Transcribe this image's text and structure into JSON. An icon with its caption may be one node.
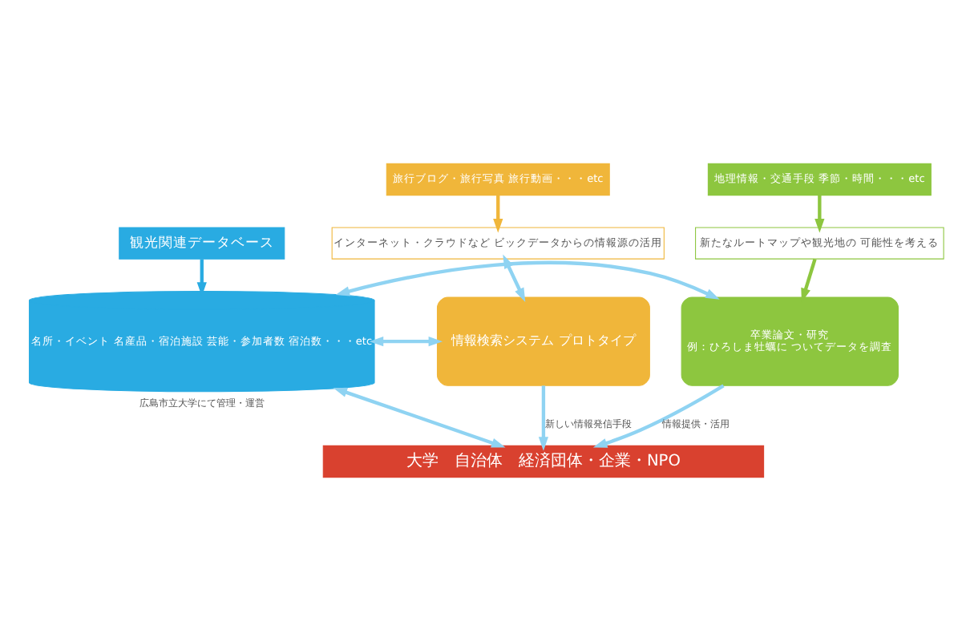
{
  "diagram": {
    "nodes": [
      {
        "text": [
          "観光関連データベース"
        ]
      },
      {
        "text": [
          "旅行ブログ・旅行写真 旅行動画・・・etc"
        ]
      },
      {
        "text": [
          "インターネット・クラウドなど ビックデータからの情報源の活用"
        ]
      },
      {
        "text": [
          "情報検索システム プロトタイプ"
        ]
      },
      {
        "text": [
          "名所・イベント 名産品・宿泊施設 芸能・参加者数 宿泊数・・・etc"
        ],
        "beside": [
          "広島市立大学にて管理・運営"
        ]
      },
      {
        "text": [
          "地理情報・交通手段 季節・時間・・・etc"
        ]
      },
      {
        "text": [
          "新たなルートマップや観光地の 可能性を考える"
        ]
      },
      {
        "text": [
          "卒業論文・研究",
          "例：ひろしま牡蠣に ついてデータを調査"
        ]
      },
      {
        "text": [
          "大学　自治体　経済団体・企業・NPO"
        ]
      }
    ],
    "edges": [
      {
        "from": 0,
        "to": 4,
        "arrow": "to",
        "color": "#29abe2"
      },
      {
        "from": 1,
        "to": 2,
        "arrow": "to",
        "color": "#f0b63a"
      },
      {
        "from": 2,
        "to": 3,
        "arrow": "both"
      },
      {
        "from": 3,
        "to": 4,
        "arrow": "both"
      },
      {
        "from": 4,
        "to": 7,
        "arrow": "both"
      },
      {
        "from": 5,
        "to": 6,
        "arrow": "to",
        "color": "#8dc63f"
      },
      {
        "from": 6,
        "to": 7,
        "arrow": "to",
        "color": "#8dc63f"
      },
      {
        "from": 3,
        "to": 8,
        "arrow": "to",
        "label": "新しい情報発信手段"
      },
      {
        "from": 4,
        "to": 8,
        "arrow": "both"
      },
      {
        "from": 7,
        "to": 8,
        "arrow": "to",
        "label": "情報提供・活用"
      }
    ]
  }
}
